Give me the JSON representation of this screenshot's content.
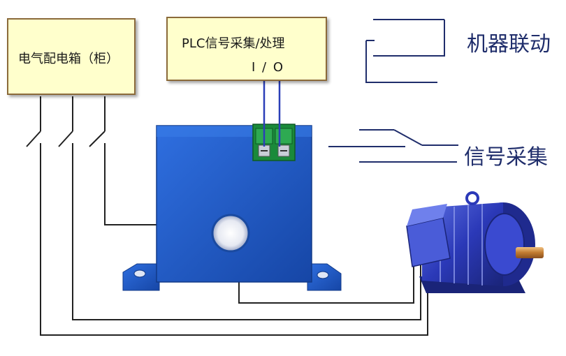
{
  "cabinet": {
    "label": "电气配电箱（柜）"
  },
  "plc": {
    "label": "PLC信号采集/处理",
    "io": "I / O"
  },
  "outputs": {
    "linkage": "机器联动",
    "signal": "信号采集"
  },
  "colors": {
    "box_fill": "#ffffcc",
    "sensor_blue": "#1e5bc6",
    "terminal_green": "#1a8a3a",
    "signal_wire_blue": "#2b3fb8",
    "label_text": "#1f2d6b"
  },
  "icons": [
    "current-sensor-icon",
    "terminal-block-icon",
    "motor-icon",
    "switch-contact-icon"
  ]
}
